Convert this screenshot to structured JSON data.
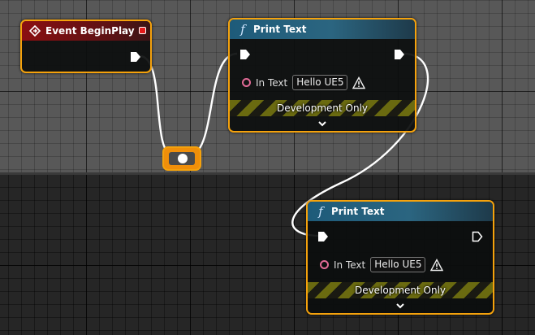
{
  "graph": {
    "nodes": [
      {
        "id": "event_begin_play",
        "title": "Event BeginPlay",
        "header_icon": "event-diamond-icon",
        "header_color": "#8a0f12"
      },
      {
        "id": "print_text_1",
        "title": "Print Text",
        "function_symbol": "f",
        "input_label": "In Text",
        "input_value": "Hello UE5",
        "band_label": "Development Only",
        "exec_out_connected": true
      },
      {
        "id": "print_text_2",
        "title": "Print Text",
        "function_symbol": "f",
        "input_label": "In Text",
        "input_value": "Hello UE5",
        "band_label": "Development Only",
        "exec_out_connected": false
      }
    ],
    "reroute": {
      "id": "reroute_node"
    },
    "colors": {
      "selection_outline": "#f5a20c",
      "exec_wire": "#ffffff",
      "text_pin": "#e26b96",
      "function_header": "#1e5b7a",
      "event_header": "#8a0f12",
      "warning_band": "#6a6a10"
    }
  }
}
